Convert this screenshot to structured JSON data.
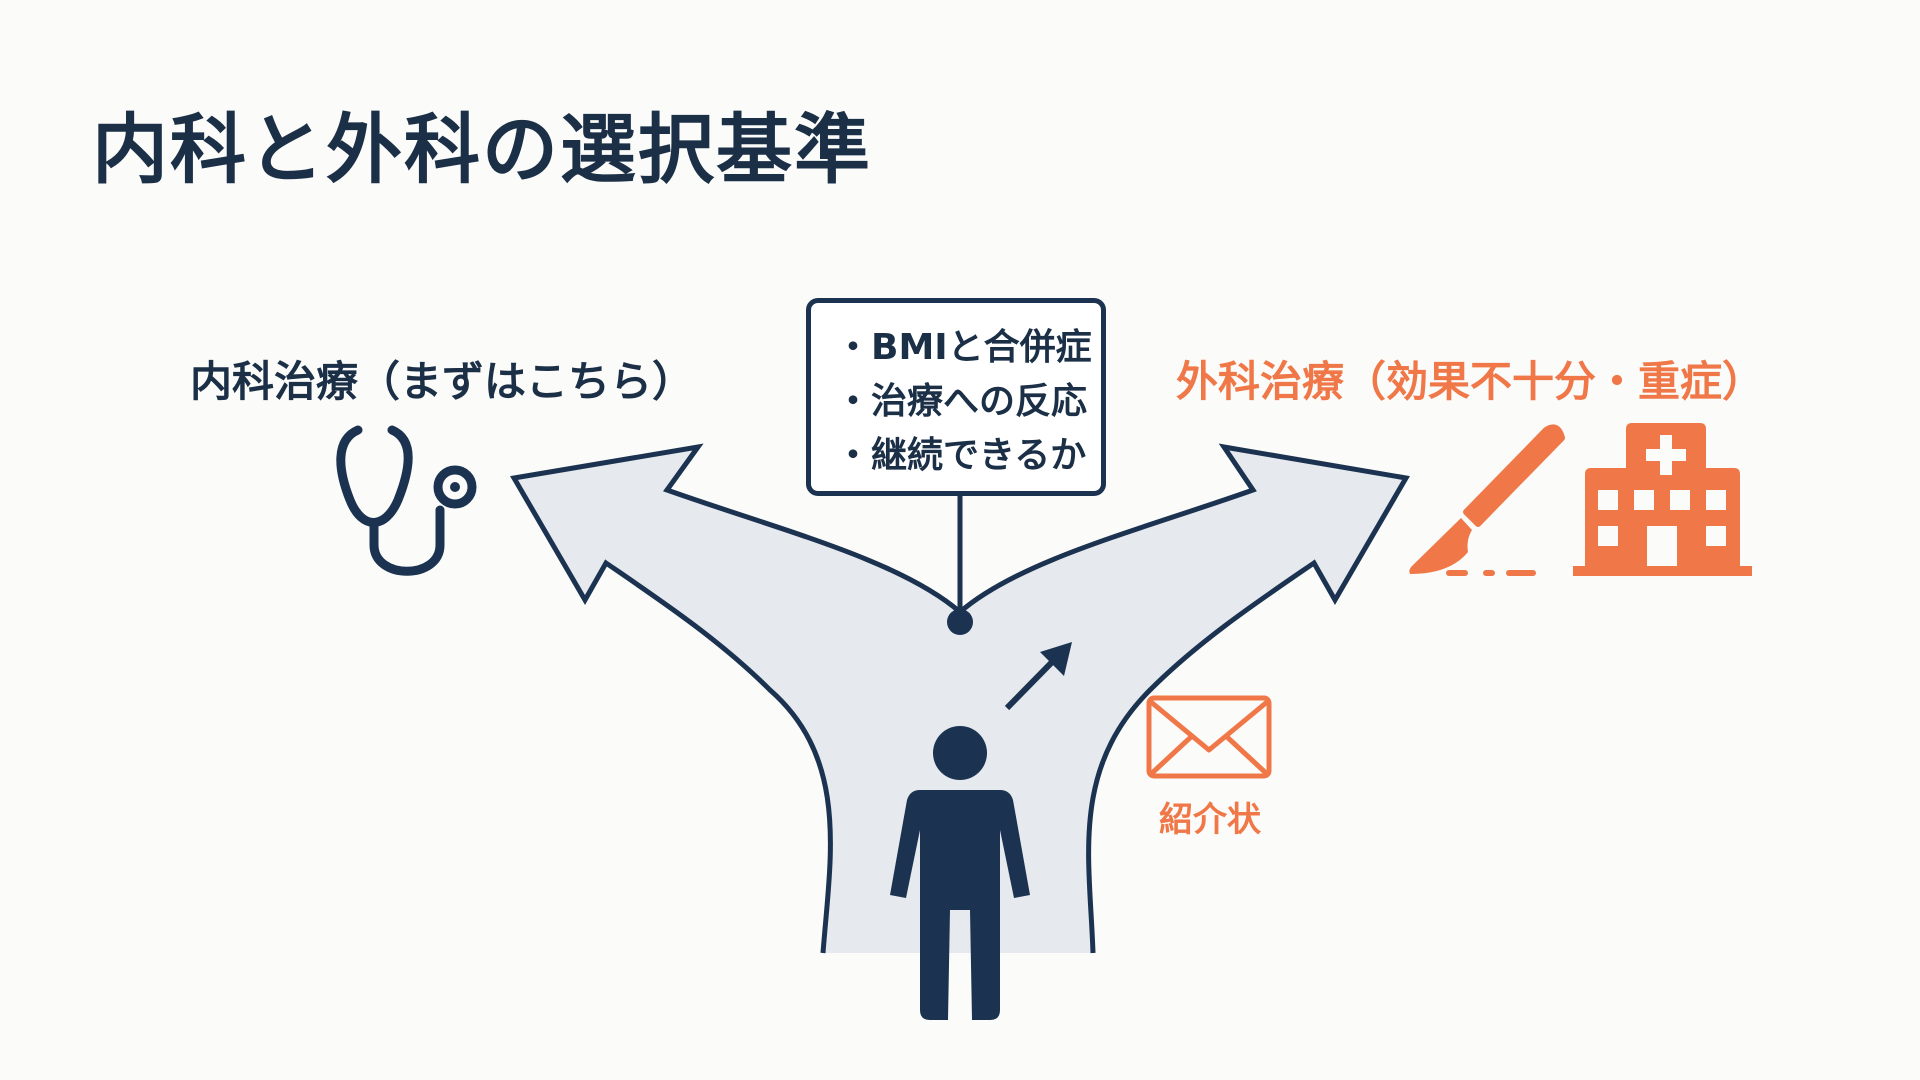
{
  "title": "内科と外科の選択基準",
  "left_option": {
    "label": "内科治療（まずはこちら）",
    "icon": "stethoscope-icon"
  },
  "right_option": {
    "label": "外科治療（効果不十分・重症）",
    "icons": [
      "scalpel-icon",
      "hospital-icon"
    ]
  },
  "criteria": [
    "・BMIと合併症",
    "・治療への反応",
    "・継続できるか"
  ],
  "referral": {
    "label": "紹介状",
    "icon": "envelope-icon"
  },
  "colors": {
    "navy": "#1b2f47",
    "orange": "#f07848",
    "road": "#e6e9ee",
    "background": "#fbfbf9"
  }
}
